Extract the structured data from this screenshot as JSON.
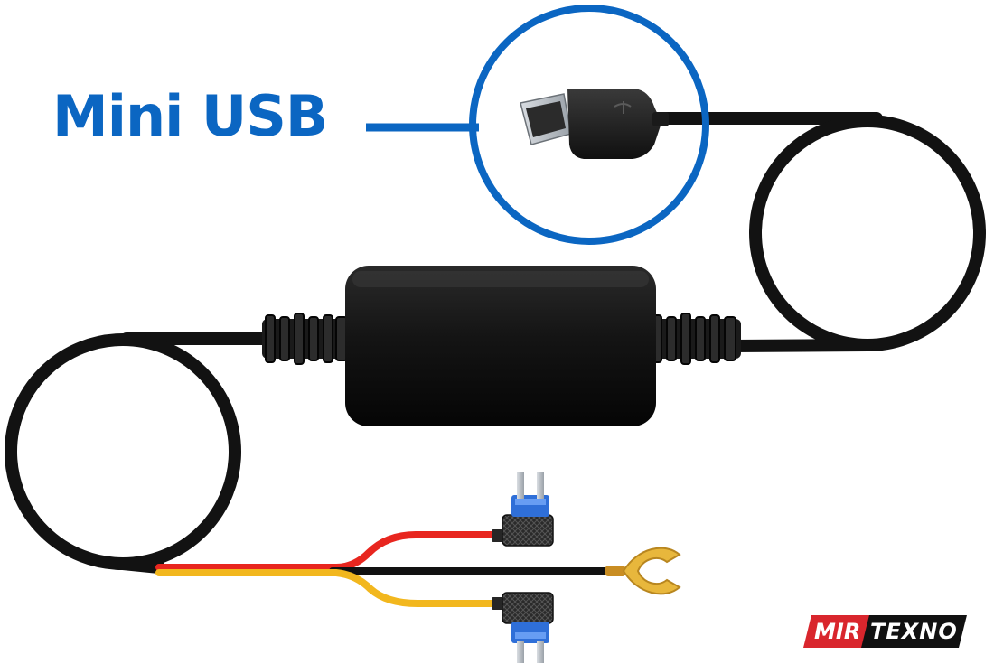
{
  "callout": {
    "label": "Mini USB",
    "accent_color": "#0b66c2"
  },
  "cable": {
    "jacket_color": "#121212"
  },
  "wires": {
    "red": "#e8261f",
    "black": "#111111",
    "yellow": "#f2b71e"
  },
  "ring_terminal": {
    "color": "#e8b73c"
  },
  "fuse_taps": {
    "blade_color": "#2f6fd8"
  },
  "brand": {
    "part1": "MIR",
    "part2": "TEXNO",
    "part1_color": "#d9262d",
    "part2_color": "#111111"
  }
}
